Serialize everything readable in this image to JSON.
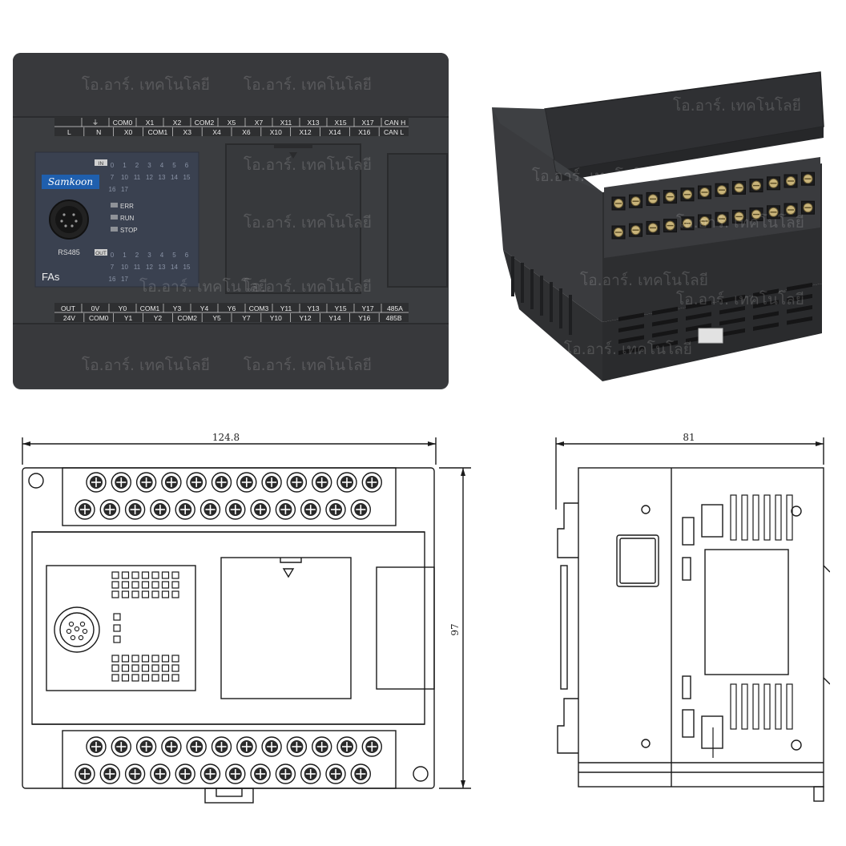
{
  "brand": "Samkoon",
  "model": "FAs",
  "port_label": "RS485",
  "watermark": "โอ.อาร์. เทคโนโลยี",
  "status_leds": [
    "ERR",
    "RUN",
    "STOP"
  ],
  "in_label": "IN",
  "out_label": "OUT",
  "led_rows": [
    [
      "0",
      "1",
      "2",
      "3",
      "4",
      "5",
      "6"
    ],
    [
      "7",
      "10",
      "11",
      "12",
      "13",
      "14",
      "15"
    ],
    [
      "16",
      "17"
    ]
  ],
  "top_terminals": {
    "upper": [
      "",
      "⏚",
      "COM0",
      "X1",
      "X2",
      "COM2",
      "X5",
      "X7",
      "X11",
      "X13",
      "X15",
      "X17",
      "CAN H"
    ],
    "lower": [
      "L",
      "N",
      "X0",
      "COM1",
      "X3",
      "X4",
      "X6",
      "X10",
      "X12",
      "X14",
      "X16",
      "CAN L"
    ]
  },
  "bottom_terminals": {
    "upper": [
      "OUT",
      "0V",
      "Y0",
      "COM1",
      "Y3",
      "Y4",
      "Y6",
      "COM3",
      "Y11",
      "Y13",
      "Y15",
      "Y17",
      "485A"
    ],
    "lower": [
      "24V",
      "COM0",
      "Y1",
      "Y2",
      "COM2",
      "Y5",
      "Y7",
      "Y10",
      "Y12",
      "Y14",
      "Y16",
      "485B"
    ]
  },
  "dimensions": {
    "width": "124.8",
    "height": "97",
    "depth": "81"
  },
  "colors": {
    "housing": "#3b3d40",
    "housing_dark": "#2a2b2d",
    "label_panel": "#3a4150",
    "brand_badge": "#1f5fae"
  }
}
